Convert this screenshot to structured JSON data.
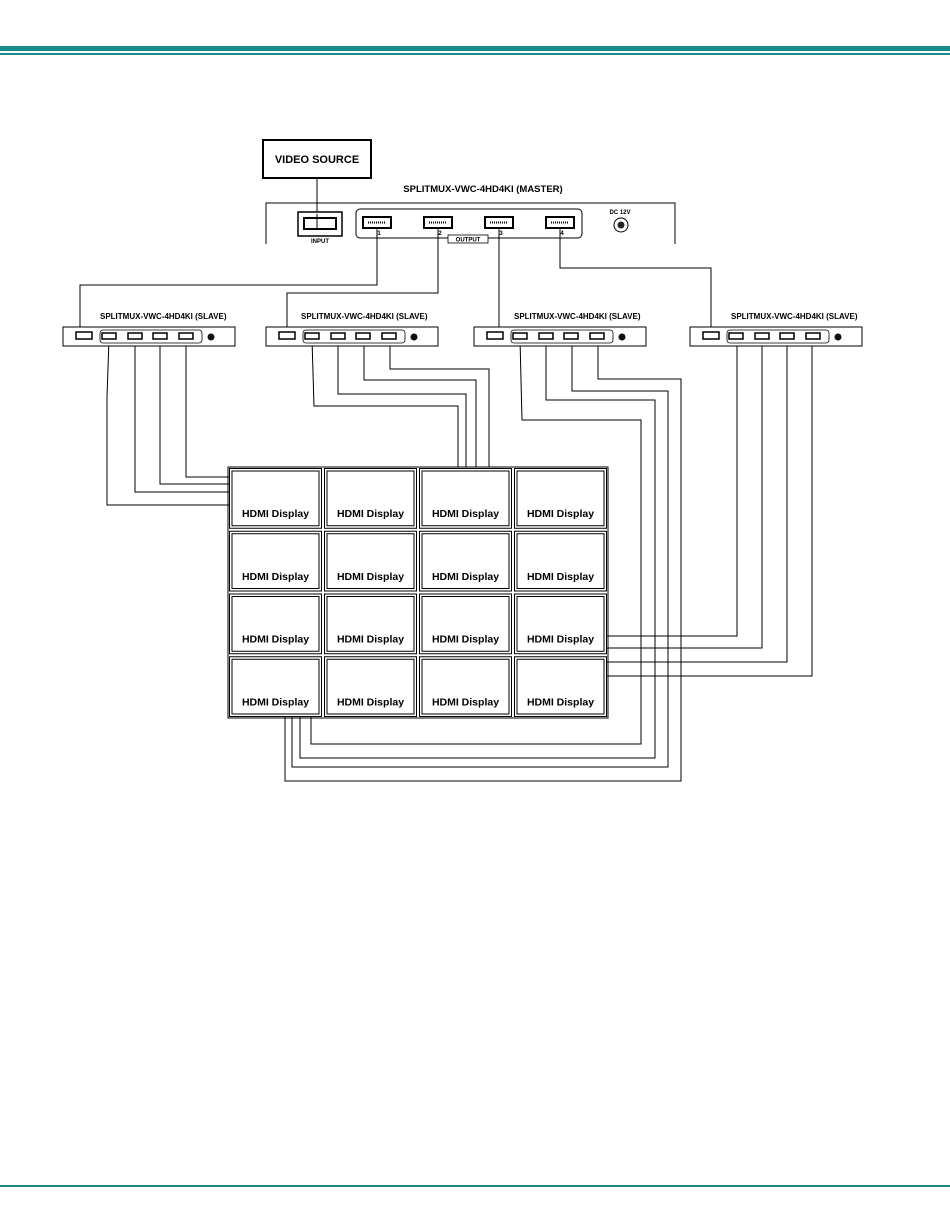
{
  "page": {
    "accent_color": "#1b8a8a"
  },
  "source": {
    "label": "VIDEO SOURCE"
  },
  "master": {
    "title": "SPLITMUX-VWC-4HD4KI (MASTER)",
    "input_label": "INPUT",
    "output_label": "OUTPUT",
    "dc_label": "DC 12V",
    "port_numbers": [
      "1",
      "2",
      "3",
      "4"
    ]
  },
  "slaves": [
    {
      "title": "SPLITMUX-VWC-4HD4KI (SLAVE)"
    },
    {
      "title": "SPLITMUX-VWC-4HD4KI (SLAVE)"
    },
    {
      "title": "SPLITMUX-VWC-4HD4KI (SLAVE)"
    },
    {
      "title": "SPLITMUX-VWC-4HD4KI (SLAVE)"
    }
  ],
  "display": {
    "label": "HDMI Display",
    "rows": 4,
    "cols": 4
  }
}
